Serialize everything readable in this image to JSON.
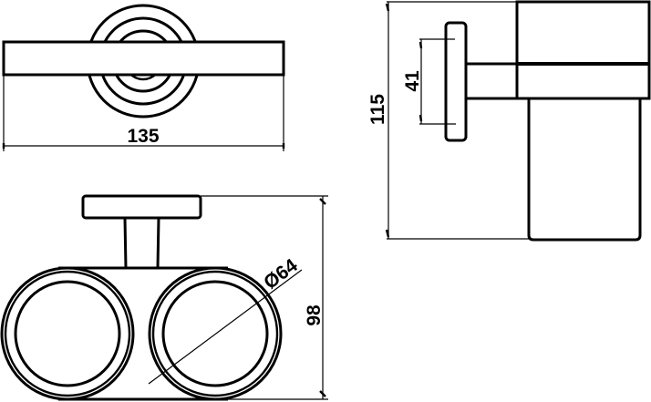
{
  "drawing": {
    "subject": "Double tumbler holder technical drawing",
    "line_color": "#000000",
    "background": "#ffffff",
    "views": {
      "top_view": {
        "dimension_width": "135"
      },
      "side_view": {
        "dimension_total_height": "115",
        "dimension_plate_height": "41"
      },
      "front_view": {
        "dimension_depth": "98",
        "dimension_cup_diameter": "Ø64"
      }
    }
  }
}
